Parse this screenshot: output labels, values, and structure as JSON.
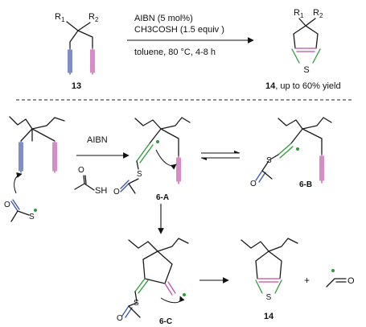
{
  "reaction_top": {
    "r1": "R",
    "r1_sub": "1",
    "r2": "R",
    "r2_sub": "2",
    "reagent_1": "AIBN (5 mol%)",
    "reagent_2": "CH3COSH (1.5 equiv )",
    "conditions": "toluene, 80 °C, 4-8 h",
    "start_label": "13",
    "product_label": "14",
    "product_yield": ", up to 60% yield",
    "product_s": "S"
  },
  "mechanism": {
    "aibn": "AIBN",
    "sh": "SH",
    "s": "S",
    "o": "O",
    "label_6a": "6-A",
    "label_6b": "6-B",
    "label_6c": "6-C",
    "label_14": "14"
  },
  "colors": {
    "alkyne_left": "#3a53a8",
    "alkyne_right": "#c14fa6",
    "thiophene_bond": "#2f9a3a",
    "radical_dot": "#2f9a3a",
    "thioester_s": "#3a53a8"
  }
}
